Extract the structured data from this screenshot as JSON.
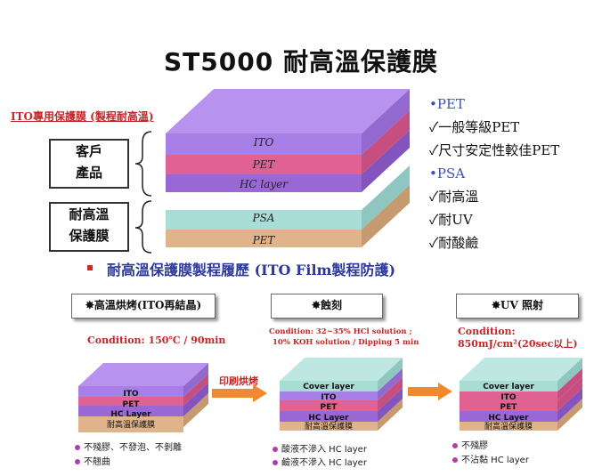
{
  "title": "ST5000 耐高溫保護膜",
  "ito_label": "ITO專用保護膜 (製程耐高溫)",
  "groups": {
    "customer": {
      "line1": "客戶",
      "line2": "產品"
    },
    "film": {
      "line1": "耐高溫",
      "line2": "保護膜"
    }
  },
  "main_layers": {
    "ito": "ITO",
    "pet1": "PET",
    "hc": "HC layer",
    "psa": "PSA",
    "pet2": "PET"
  },
  "properties": [
    {
      "text": "•PET",
      "head": true
    },
    {
      "text": "✓一般等級PET",
      "head": false
    },
    {
      "text": "✓尺寸安定性較佳PET",
      "head": false
    },
    {
      "text": "•PSA",
      "head": true
    },
    {
      "text": "✓耐高溫",
      "head": false
    },
    {
      "text": "✓耐UV",
      "head": false
    },
    {
      "text": "✓耐酸鹼",
      "head": false
    }
  ],
  "section_title": "耐高溫保護膜製程履歷 (ITO Film製程防護)",
  "steps": [
    {
      "label": "✸高溫烘烤(ITO再結晶)",
      "cond1": "Condition: 150℃ / 90min",
      "cond2": "",
      "layers": {
        "ito": "ITO",
        "pet": "PET",
        "hc": "HC Layer",
        "film": "耐高溫保護膜"
      },
      "notes": [
        "不殘膠、不發泡、不剝離",
        "不翹曲"
      ]
    },
    {
      "label": "✸蝕刻",
      "cond1": "Condition: 32~35% HCl solution ;",
      "cond2": "10% KOH solution / Dipping 5 min",
      "layers": {
        "cover": "Cover layer",
        "ito": "ITO",
        "pet": "PET",
        "hc": "HC Layer",
        "film": "耐高溫保護膜"
      },
      "notes": [
        "酸液不滲入 HC layer",
        "鹼液不滲入 HC layer"
      ]
    },
    {
      "label": "✸UV 照射",
      "cond1": "Condition:",
      "cond2": "850mJ/cm²(20sec以上)",
      "layers": {
        "cover": "Cover layer",
        "ito": "ITO",
        "pet": "PET",
        "hc": "HC Layer",
        "film": "耐高溫保護膜"
      },
      "notes": [
        "不殘膠",
        "不沾黏 HC layer"
      ]
    }
  ],
  "arrow_label": "印刷烘烤",
  "colors": {
    "ito": "#a77fe6",
    "pet_pink": "#e06292",
    "hc": "#9a68d4",
    "psa": "#a9ddd8",
    "pet_tan": "#e0b48a",
    "cover": "#a8ddd4",
    "arrow": "#f08a30",
    "accent_red": "#c0282a"
  }
}
